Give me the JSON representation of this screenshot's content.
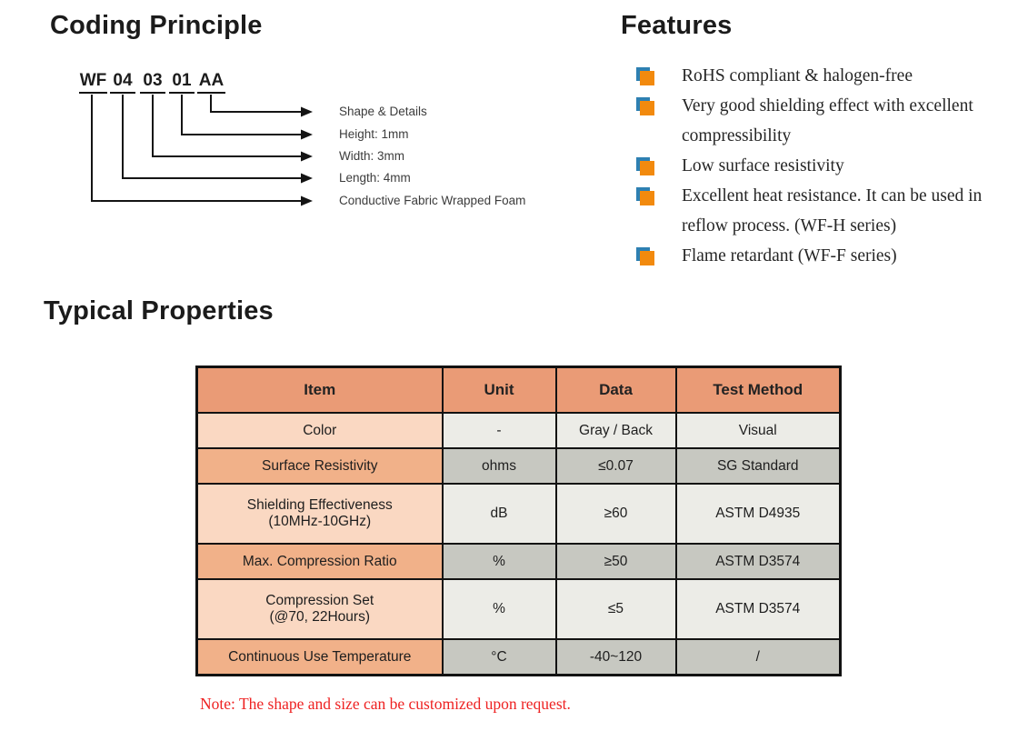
{
  "coding": {
    "title": "Coding Principle",
    "code_segments": [
      "WF",
      "04",
      "03",
      "01",
      "AA"
    ],
    "labels": [
      "Shape & Details",
      "Height: 1mm",
      "Width: 3mm",
      "Length: 4mm",
      "Conductive Fabric Wrapped Foam"
    ]
  },
  "features": {
    "title": "Features",
    "items": [
      "RoHS compliant & halogen-free",
      "Very good shielding effect with excellent compressibility",
      "Low surface resistivity",
      "Excellent heat resistance. It can be used in reflow process. (WF-H series)",
      "Flame retardant (WF-F series)"
    ]
  },
  "properties": {
    "title": "Typical Properties",
    "table": {
      "columns": [
        "Item",
        "Unit",
        "Data",
        "Test Method"
      ],
      "rows": [
        {
          "item": "Color",
          "unit": "-",
          "data": "Gray / Back",
          "test_method": "Visual"
        },
        {
          "item": "Surface Resistivity",
          "unit": "ohms",
          "data": "≤0.07",
          "test_method": "SG Standard"
        },
        {
          "item": "Shielding Effectiveness\n(10MHz-10GHz)",
          "unit": "dB",
          "data": "≥60",
          "test_method": "ASTM D4935"
        },
        {
          "item": "Max. Compression Ratio",
          "unit": "%",
          "data": "≥50",
          "test_method": "ASTM D3574"
        },
        {
          "item": "Compression Set\n(@70, 22Hours)",
          "unit": "%",
          "data": "≤5",
          "test_method": "ASTM D3574"
        },
        {
          "item": "Continuous Use Temperature",
          "unit": "°C",
          "data": "-40~120",
          "test_method": "/"
        }
      ]
    },
    "note": "Note: The shape and size can be customized upon request."
  },
  "colors": {
    "bullet_front_orange": "#F28A0E",
    "bullet_back_blue": "#2E80B2",
    "table_header_bg": "#EA9B76",
    "table_item_col_light": "#FAD8C2",
    "table_item_col_dark": "#F1B189",
    "table_cell_light": "#ECECE7",
    "table_cell_dark": "#C7C8C1",
    "note_red": "#EE2222",
    "line_black": "#141414"
  }
}
